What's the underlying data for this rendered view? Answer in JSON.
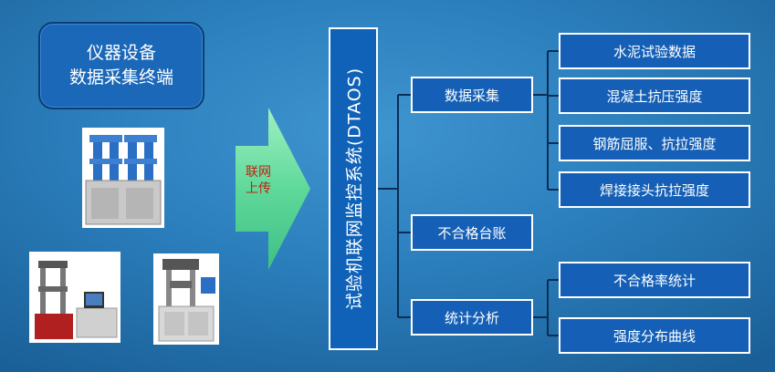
{
  "terminal": {
    "line1": "仪器设备",
    "line2": "数据采集终端"
  },
  "arrow": {
    "line1": "联网",
    "line2": "上传"
  },
  "system": {
    "label": "试验机联网监控系统(DTAOS)"
  },
  "modules": [
    {
      "label": "数据采集",
      "children": [
        "水泥试验数据",
        "混凝土抗压强度",
        "钢筋屈服、抗拉强度",
        "焊接接头抗拉强度"
      ]
    },
    {
      "label": "不合格台账",
      "children": []
    },
    {
      "label": "统计分析",
      "children": [
        "不合格率统计",
        "强度分布曲线"
      ]
    }
  ],
  "colors": {
    "box_fill": "#1560b6",
    "arrow_fill": "#6fe0a6",
    "arrow_text": "#c02010"
  }
}
